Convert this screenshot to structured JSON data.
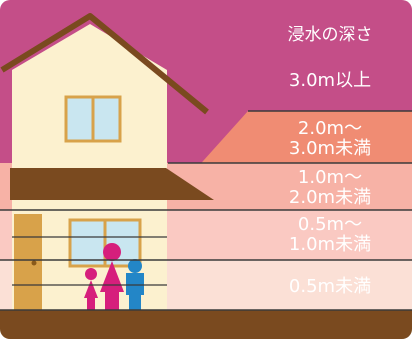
{
  "title": "浸水の深さ",
  "levels": [
    {
      "lines": [
        "3.0m以上"
      ],
      "color": "#c44e88"
    },
    {
      "lines": [
        "2.0m～",
        "3.0m未満"
      ],
      "color": "#f08c73"
    },
    {
      "lines": [
        "1.0m～",
        "2.0m未満"
      ],
      "color": "#f7b2a6"
    },
    {
      "lines": [
        "0.5m～",
        "1.0m未満"
      ],
      "color": "#fac9c2"
    },
    {
      "lines": [
        "0.5m未満"
      ],
      "color": "#fbe0d6"
    }
  ],
  "colors": {
    "ground": "#7a4a1f",
    "roof": "#7a4a1f",
    "wall": "#fcf1cf",
    "door": "#d8a24a",
    "window": "#c9e6f0",
    "window_frame": "#d8a24a",
    "line": "#3a3a3a",
    "person_magenta": "#d61f7c",
    "person_blue": "#2386c7"
  },
  "icons": [
    "house-icon",
    "family-icon"
  ]
}
